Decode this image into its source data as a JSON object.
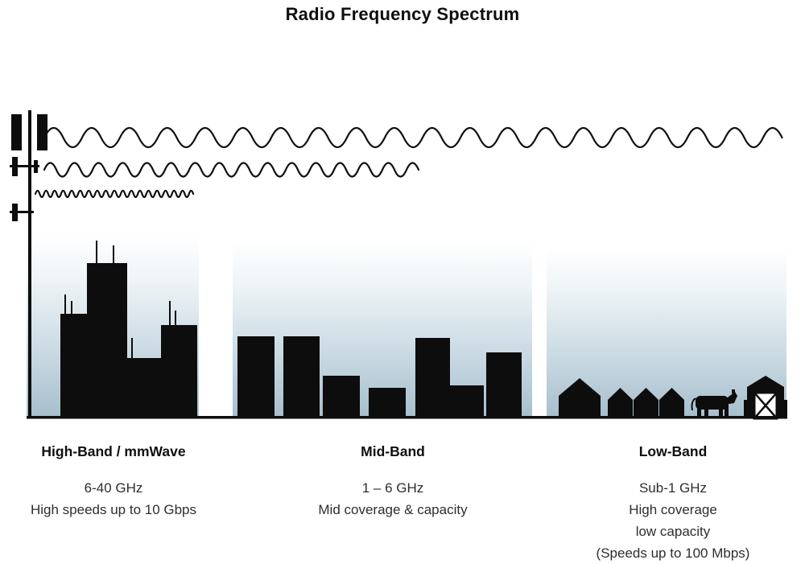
{
  "title": "Radio Frequency Spectrum",
  "bands": [
    {
      "name": "High-Band / mmWave",
      "lines": [
        "6-40 GHz",
        "High speeds up to 10 Gbps"
      ]
    },
    {
      "name": "Mid-Band",
      "lines": [
        "1 – 6 GHz",
        "Mid coverage & capacity"
      ]
    },
    {
      "name": "Low-Band",
      "lines": [
        "Sub-1 GHz",
        "High coverage",
        "low capacity",
        "(Speeds up to 100 Mbps)"
      ]
    }
  ],
  "icons": {
    "cell-tower-icon": "antenna-mast-silhouette",
    "low-frequency-wave-icon": "long-wavelength-sine-wave",
    "mid-frequency-wave-icon": "medium-wavelength-sine-wave",
    "high-frequency-wave-icon": "short-wavelength-sine-wave",
    "high-band-skyline-icon": "tall-city-buildings",
    "mid-band-skyline-icon": "mid-rise-buildings",
    "low-band-scene-icon": "houses-cow-barn"
  },
  "colors": {
    "silhouette": "#0d0d0d",
    "sky_top": "#ffffff",
    "sky_bottom": "#a7bfcd",
    "text": "#2e2e2e"
  }
}
